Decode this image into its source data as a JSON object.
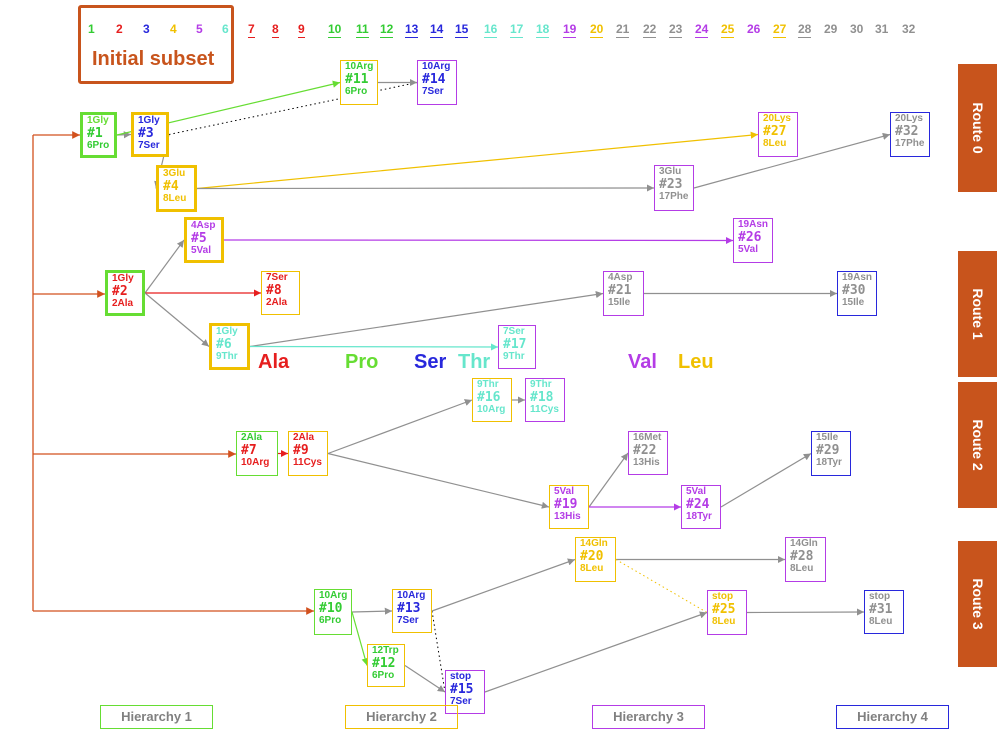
{
  "numbers": [
    {
      "t": "1",
      "c": "#33cc33"
    },
    {
      "t": "2",
      "c": "#e61e1e"
    },
    {
      "t": "3",
      "c": "#2828dc"
    },
    {
      "t": "4",
      "c": "#f0c000"
    },
    {
      "t": "5",
      "c": "#b43ce6"
    },
    {
      "t": "6",
      "c": "#66e6cc"
    },
    {
      "t": "7",
      "c": "#e61e1e"
    },
    {
      "t": "8",
      "c": "#e61e1e"
    },
    {
      "t": "9",
      "c": "#e61e1e"
    },
    {
      "t": "10",
      "c": "#33cc33"
    },
    {
      "t": "11",
      "c": "#33cc33"
    },
    {
      "t": "12",
      "c": "#33cc33"
    },
    {
      "t": "13",
      "c": "#2828dc"
    },
    {
      "t": "14",
      "c": "#2828dc"
    },
    {
      "t": "15",
      "c": "#2828dc"
    },
    {
      "t": "16",
      "c": "#66e6cc"
    },
    {
      "t": "17",
      "c": "#66e6cc"
    },
    {
      "t": "18",
      "c": "#66e6cc"
    },
    {
      "t": "19",
      "c": "#b43ce6"
    },
    {
      "t": "20",
      "c": "#f0c000"
    },
    {
      "t": "21",
      "c": "#909090"
    },
    {
      "t": "22",
      "c": "#909090"
    },
    {
      "t": "23",
      "c": "#909090"
    },
    {
      "t": "24",
      "c": "#b43ce6"
    },
    {
      "t": "25",
      "c": "#f0c000"
    },
    {
      "t": "26",
      "c": "#b43ce6"
    },
    {
      "t": "27",
      "c": "#f0c000"
    },
    {
      "t": "28",
      "c": "#909090"
    },
    {
      "t": "29",
      "c": "#909090"
    },
    {
      "t": "30",
      "c": "#909090"
    },
    {
      "t": "31",
      "c": "#909090"
    },
    {
      "t": "32",
      "c": "#909090"
    }
  ],
  "subset_label": "Initial subset",
  "amino_acids": [
    {
      "t": "Ala",
      "c": "#e61e1e"
    },
    {
      "t": "Pro",
      "c": "#66dd33"
    },
    {
      "t": "Ser",
      "c": "#2828dc"
    },
    {
      "t": "Thr",
      "c": "#66e6cc"
    },
    {
      "t": "Val",
      "c": "#b43ce6"
    },
    {
      "t": "Leu",
      "c": "#f0c000"
    }
  ],
  "routes": [
    "Route 0",
    "Route 1",
    "Route 2",
    "Route 3"
  ],
  "hierarchies": [
    {
      "label": "Hierarchy 1",
      "border": "#66dd33"
    },
    {
      "label": "Hierarchy 2",
      "border": "#f0c000"
    },
    {
      "label": "Hierarchy 3",
      "border": "#b43ce6"
    },
    {
      "label": "Hierarchy 4",
      "border": "#2828dc"
    }
  ],
  "nodes": [
    {
      "id": 1,
      "l1": "1Gly",
      "l2": "#1",
      "l3": "6Pro",
      "c1": "#66dd33",
      "c2": "#33cc33",
      "c3": "#33cc33",
      "border": "#66dd33",
      "thick": true
    },
    {
      "id": 2,
      "l1": "1Gly",
      "l2": "#2",
      "l3": "2Ala",
      "c1": "#e61e1e",
      "c2": "#e61e1e",
      "c3": "#e61e1e",
      "border": "#66dd33",
      "thick": true
    },
    {
      "id": 3,
      "l1": "1Gly",
      "l2": "#3",
      "l3": "7Ser",
      "c1": "#2828dc",
      "c2": "#2828dc",
      "c3": "#2828dc",
      "border": "#f0c000",
      "thick": true
    },
    {
      "id": 4,
      "l1": "3Glu",
      "l2": "#4",
      "l3": "8Leu",
      "c1": "#f0c000",
      "c2": "#f0c000",
      "c3": "#f0c000",
      "border": "#f0c000",
      "thick": true
    },
    {
      "id": 5,
      "l1": "4Asp",
      "l2": "#5",
      "l3": "5Val",
      "c1": "#b43ce6",
      "c2": "#b43ce6",
      "c3": "#b43ce6",
      "border": "#f0c000",
      "thick": true
    },
    {
      "id": 6,
      "l1": "1Gly",
      "l2": "#6",
      "l3": "9Thr",
      "c1": "#66e6cc",
      "c2": "#66e6cc",
      "c3": "#66e6cc",
      "border": "#f0c000",
      "thick": true
    },
    {
      "id": 7,
      "l1": "2Ala",
      "l2": "#7",
      "l3": "10Arg",
      "c1": "#33cc33",
      "c2": "#e61e1e",
      "c3": "#e61e1e",
      "border": "#66dd33",
      "thick": false
    },
    {
      "id": 8,
      "l1": "7Ser",
      "l2": "#8",
      "l3": "2Ala",
      "c1": "#e61e1e",
      "c2": "#e61e1e",
      "c3": "#e61e1e",
      "border": "#f0c000",
      "thick": false
    },
    {
      "id": 9,
      "l1": "2Ala",
      "l2": "#9",
      "l3": "11Cys",
      "c1": "#e61e1e",
      "c2": "#e61e1e",
      "c3": "#e61e1e",
      "border": "#f0c000",
      "thick": false
    },
    {
      "id": 10,
      "l1": "10Arg",
      "l2": "#10",
      "l3": "6Pro",
      "c1": "#33cc33",
      "c2": "#33cc33",
      "c3": "#33cc33",
      "border": "#66dd33",
      "thick": false
    },
    {
      "id": 11,
      "l1": "10Arg",
      "l2": "#11",
      "l3": "6Pro",
      "c1": "#33cc33",
      "c2": "#33cc33",
      "c3": "#33cc33",
      "border": "#f0c000",
      "thick": false
    },
    {
      "id": 12,
      "l1": "12Trp",
      "l2": "#12",
      "l3": "6Pro",
      "c1": "#33cc33",
      "c2": "#33cc33",
      "c3": "#33cc33",
      "border": "#f0c000",
      "thick": false
    },
    {
      "id": 13,
      "l1": "10Arg",
      "l2": "#13",
      "l3": "7Ser",
      "c1": "#2828dc",
      "c2": "#2828dc",
      "c3": "#2828dc",
      "border": "#f0c000",
      "thick": false
    },
    {
      "id": 14,
      "l1": "10Arg",
      "l2": "#14",
      "l3": "7Ser",
      "c1": "#2828dc",
      "c2": "#2828dc",
      "c3": "#2828dc",
      "border": "#b43ce6",
      "thick": false
    },
    {
      "id": 15,
      "l1": "stop",
      "l2": "#15",
      "l3": "7Ser",
      "c1": "#2828dc",
      "c2": "#2828dc",
      "c3": "#2828dc",
      "border": "#b43ce6",
      "thick": false
    },
    {
      "id": 16,
      "l1": "9Thr",
      "l2": "#16",
      "l3": "10Arg",
      "c1": "#66e6cc",
      "c2": "#66e6cc",
      "c3": "#66e6cc",
      "border": "#f0c000",
      "thick": false
    },
    {
      "id": 17,
      "l1": "7Ser",
      "l2": "#17",
      "l3": "9Thr",
      "c1": "#66e6cc",
      "c2": "#66e6cc",
      "c3": "#66e6cc",
      "border": "#b43ce6",
      "thick": false
    },
    {
      "id": 18,
      "l1": "9Thr",
      "l2": "#18",
      "l3": "11Cys",
      "c1": "#66e6cc",
      "c2": "#66e6cc",
      "c3": "#66e6cc",
      "border": "#b43ce6",
      "thick": false
    },
    {
      "id": 19,
      "l1": "5Val",
      "l2": "#19",
      "l3": "13His",
      "c1": "#b43ce6",
      "c2": "#b43ce6",
      "c3": "#b43ce6",
      "border": "#f0c000",
      "thick": false
    },
    {
      "id": 20,
      "l1": "14Gln",
      "l2": "#20",
      "l3": "8Leu",
      "c1": "#f0c000",
      "c2": "#f0c000",
      "c3": "#f0c000",
      "border": "#f0c000",
      "thick": false
    },
    {
      "id": 21,
      "l1": "4Asp",
      "l2": "#21",
      "l3": "15Ile",
      "c1": "#909090",
      "c2": "#909090",
      "c3": "#909090",
      "border": "#b43ce6",
      "thick": false
    },
    {
      "id": 22,
      "l1": "16Met",
      "l2": "#22",
      "l3": "13His",
      "c1": "#909090",
      "c2": "#909090",
      "c3": "#909090",
      "border": "#b43ce6",
      "thick": false
    },
    {
      "id": 23,
      "l1": "3Glu",
      "l2": "#23",
      "l3": "17Phe",
      "c1": "#909090",
      "c2": "#909090",
      "c3": "#909090",
      "border": "#b43ce6",
      "thick": false
    },
    {
      "id": 24,
      "l1": "5Val",
      "l2": "#24",
      "l3": "18Tyr",
      "c1": "#b43ce6",
      "c2": "#b43ce6",
      "c3": "#b43ce6",
      "border": "#b43ce6",
      "thick": false
    },
    {
      "id": 25,
      "l1": "stop",
      "l2": "#25",
      "l3": "8Leu",
      "c1": "#f0c000",
      "c2": "#f0c000",
      "c3": "#f0c000",
      "border": "#b43ce6",
      "thick": false
    },
    {
      "id": 26,
      "l1": "19Asn",
      "l2": "#26",
      "l3": "5Val",
      "c1": "#b43ce6",
      "c2": "#b43ce6",
      "c3": "#b43ce6",
      "border": "#b43ce6",
      "thick": false
    },
    {
      "id": 27,
      "l1": "20Lys",
      "l2": "#27",
      "l3": "8Leu",
      "c1": "#f0c000",
      "c2": "#f0c000",
      "c3": "#f0c000",
      "border": "#b43ce6",
      "thick": false
    },
    {
      "id": 28,
      "l1": "14Gln",
      "l2": "#28",
      "l3": "8Leu",
      "c1": "#909090",
      "c2": "#909090",
      "c3": "#909090",
      "border": "#b43ce6",
      "thick": false
    },
    {
      "id": 29,
      "l1": "15Ile",
      "l2": "#29",
      "l3": "18Tyr",
      "c1": "#909090",
      "c2": "#909090",
      "c3": "#909090",
      "border": "#2828dc",
      "thick": false
    },
    {
      "id": 30,
      "l1": "19Asn",
      "l2": "#30",
      "l3": "15Ile",
      "c1": "#909090",
      "c2": "#909090",
      "c3": "#909090",
      "border": "#2828dc",
      "thick": false
    },
    {
      "id": 31,
      "l1": "stop",
      "l2": "#31",
      "l3": "8Leu",
      "c1": "#909090",
      "c2": "#909090",
      "c3": "#909090",
      "border": "#2828dc",
      "thick": false
    },
    {
      "id": 32,
      "l1": "20Lys",
      "l2": "#32",
      "l3": "17Phe",
      "c1": "#909090",
      "c2": "#909090",
      "c3": "#909090",
      "border": "#2828dc",
      "thick": false
    }
  ],
  "edges": [
    {
      "from": 1,
      "to": 3,
      "color": "#909090"
    },
    {
      "from": 1,
      "to": 11,
      "color": "#66dd33"
    },
    {
      "from": 3,
      "to": 14,
      "color": "#000000",
      "dotted": true
    },
    {
      "from": 11,
      "to": 14,
      "color": "#909090"
    },
    {
      "from": 3,
      "to": 4,
      "color": "#909090"
    },
    {
      "from": 4,
      "to": 27,
      "color": "#f0c000"
    },
    {
      "from": 4,
      "to": 23,
      "color": "#909090"
    },
    {
      "from": 23,
      "to": 32,
      "color": "#909090"
    },
    {
      "from": 2,
      "to": 5,
      "color": "#909090"
    },
    {
      "from": 5,
      "to": 26,
      "color": "#b43ce6"
    },
    {
      "from": 2,
      "to": 8,
      "color": "#e61e1e"
    },
    {
      "from": 2,
      "to": 6,
      "color": "#909090"
    },
    {
      "from": 6,
      "to": 21,
      "color": "#909090"
    },
    {
      "from": 21,
      "to": 30,
      "color": "#909090"
    },
    {
      "from": 6,
      "to": 17,
      "color": "#66e6cc"
    },
    {
      "from": 7,
      "to": 9,
      "color": "#e61e1e"
    },
    {
      "from": 9,
      "to": 16,
      "color": "#909090"
    },
    {
      "from": 16,
      "to": 18,
      "color": "#909090"
    },
    {
      "from": 9,
      "to": 19,
      "color": "#909090"
    },
    {
      "from": 19,
      "to": 22,
      "color": "#909090"
    },
    {
      "from": 19,
      "to": 24,
      "color": "#b43ce6"
    },
    {
      "from": 24,
      "to": 29,
      "color": "#909090"
    },
    {
      "from": 10,
      "to": 13,
      "color": "#909090"
    },
    {
      "from": 10,
      "to": 12,
      "color": "#66dd33"
    },
    {
      "from": 13,
      "to": 15,
      "color": "#000000",
      "dotted": true
    },
    {
      "from": 12,
      "to": 15,
      "color": "#909090"
    },
    {
      "from": 13,
      "to": 20,
      "color": "#909090"
    },
    {
      "from": 20,
      "to": 28,
      "color": "#909090"
    },
    {
      "from": 20,
      "to": 25,
      "color": "#f0c000",
      "dotted": true
    },
    {
      "from": 15,
      "to": 25,
      "color": "#909090"
    },
    {
      "from": 25,
      "to": 31,
      "color": "#909090"
    }
  ]
}
